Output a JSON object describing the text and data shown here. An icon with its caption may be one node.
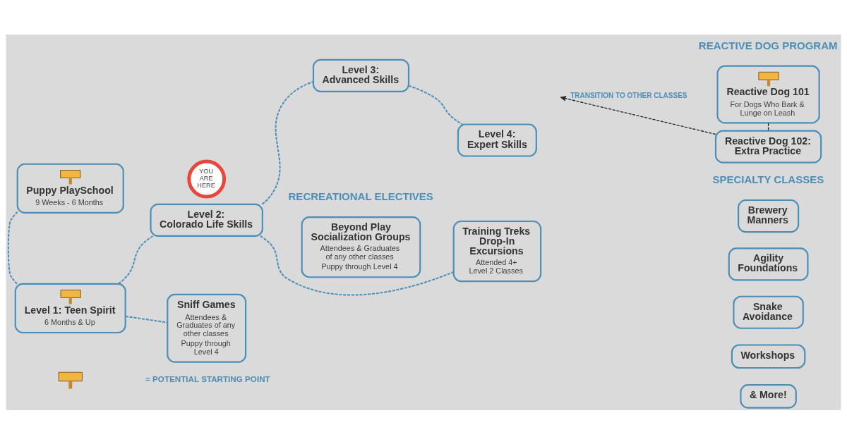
{
  "diagram": {
    "nodes": [
      {
        "text": [
          "Puppy PlaySchool",
          "9 Weeks - 6 Months"
        ]
      },
      {
        "text": [
          "Level 1: Teen Spirit",
          "6 Months & Up"
        ]
      },
      {
        "text": [
          "Level 2: Colorado Life Skills"
        ],
        "beside": [
          "YOU ARE HERE"
        ]
      },
      {
        "text": [
          "Level 3: Advanced Skills"
        ]
      },
      {
        "text": [
          "Level 4: Expert Skills"
        ]
      },
      {
        "text": [
          "Sniff Games",
          "Attendees & Graduates of any other classes",
          "Puppy through Level 4"
        ]
      },
      {
        "text": [
          "Beyond Play Socialization Groups",
          "Attendees & Graduates of any other classes",
          "Puppy through Level 4"
        ]
      },
      {
        "text": [
          "Training Treks Drop-In Excursions",
          "Attended 4+ Level 2 Classes"
        ]
      },
      {
        "text": [
          "Reactive Dog 101",
          "For Dogs Who Bark & Lunge on Leash"
        ]
      },
      {
        "text": [
          "Reactive Dog 102: Extra Practice"
        ]
      },
      {
        "text": [
          "Brewery Manners"
        ]
      },
      {
        "text": [
          "Agility Foundations"
        ]
      },
      {
        "text": [
          "Snake Avoidance"
        ]
      },
      {
        "text": [
          "Workshops"
        ]
      },
      {
        "text": [
          "& More!"
        ]
      }
    ],
    "edges": [
      {
        "from": 0,
        "to": 1,
        "arrow": "none",
        "style": "dashed"
      },
      {
        "from": 1,
        "to": 2,
        "arrow": "none",
        "style": "dashed"
      },
      {
        "from": 2,
        "to": 3,
        "arrow": "none",
        "style": "dashed"
      },
      {
        "from": 3,
        "to": 4,
        "arrow": "none",
        "style": "dashed"
      },
      {
        "from": 1,
        "to": 5,
        "arrow": "none",
        "style": "dashed"
      },
      {
        "from": 2,
        "to": 7,
        "arrow": "none",
        "style": "dashed"
      },
      {
        "from": 8,
        "to": 9,
        "arrow": "none",
        "style": "dashed",
        "color": "#222222"
      },
      {
        "from": 9,
        "to": null,
        "arrow": "to",
        "style": "dashed",
        "color": "#222222",
        "label": "TRANSITION TO OTHER CLASSES"
      }
    ],
    "labels": [
      "REACTIVE DOG PROGRAM",
      "SPECIALTY CLASSES",
      "RECREATIONAL ELECTIVES"
    ],
    "legend": [
      {
        "text": "= POTENTIAL STARTING POINT"
      }
    ]
  }
}
